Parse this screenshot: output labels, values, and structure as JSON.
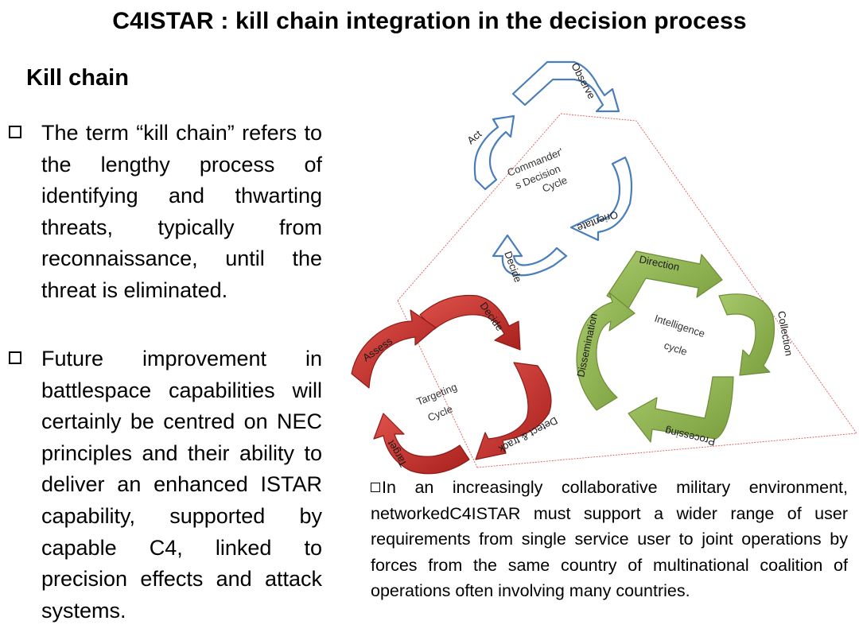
{
  "title": "C4ISTAR : kill chain integration in the decision process",
  "section_heading": "Kill chain",
  "bullets": [
    "The term “kill chain” refers to the lengthy process of identifying and thwarting threats, typically from reconnaissance, until the threat is eliminated.",
    "Future improvement in battlespace capabilities will certainly be centred on NEC principles and their ability to deliver an enhanced ISTAR capability, supported by capable C4, linked to precision effects and attack systems."
  ],
  "caption": "In an increasingly collaborative military environment, networkedC4ISTAR must support a wider range of user requirements from single service user to joint operations by forces from the same country of multinational coalition of operations often involving many countries.",
  "diagram": {
    "decision_cycle": {
      "center_line1": "Commander'",
      "center_line2": "s Decision",
      "center_line3": "Cycle",
      "steps": [
        "Observe",
        "Orientate",
        "Decide",
        "Act"
      ],
      "color": "#4a7ebb"
    },
    "intelligence_cycle": {
      "center_line1": "Intelligence",
      "center_line2": "cycle",
      "steps": [
        "Direction",
        "Collection",
        "Processing",
        "Dissemination"
      ],
      "color": "#8db050"
    },
    "targeting_cycle": {
      "center_line1": "Targeting",
      "center_line2": "Cycle",
      "steps": [
        "Decide",
        "Detect & track",
        "Target",
        "Assess"
      ],
      "color": "#c0302c"
    }
  }
}
